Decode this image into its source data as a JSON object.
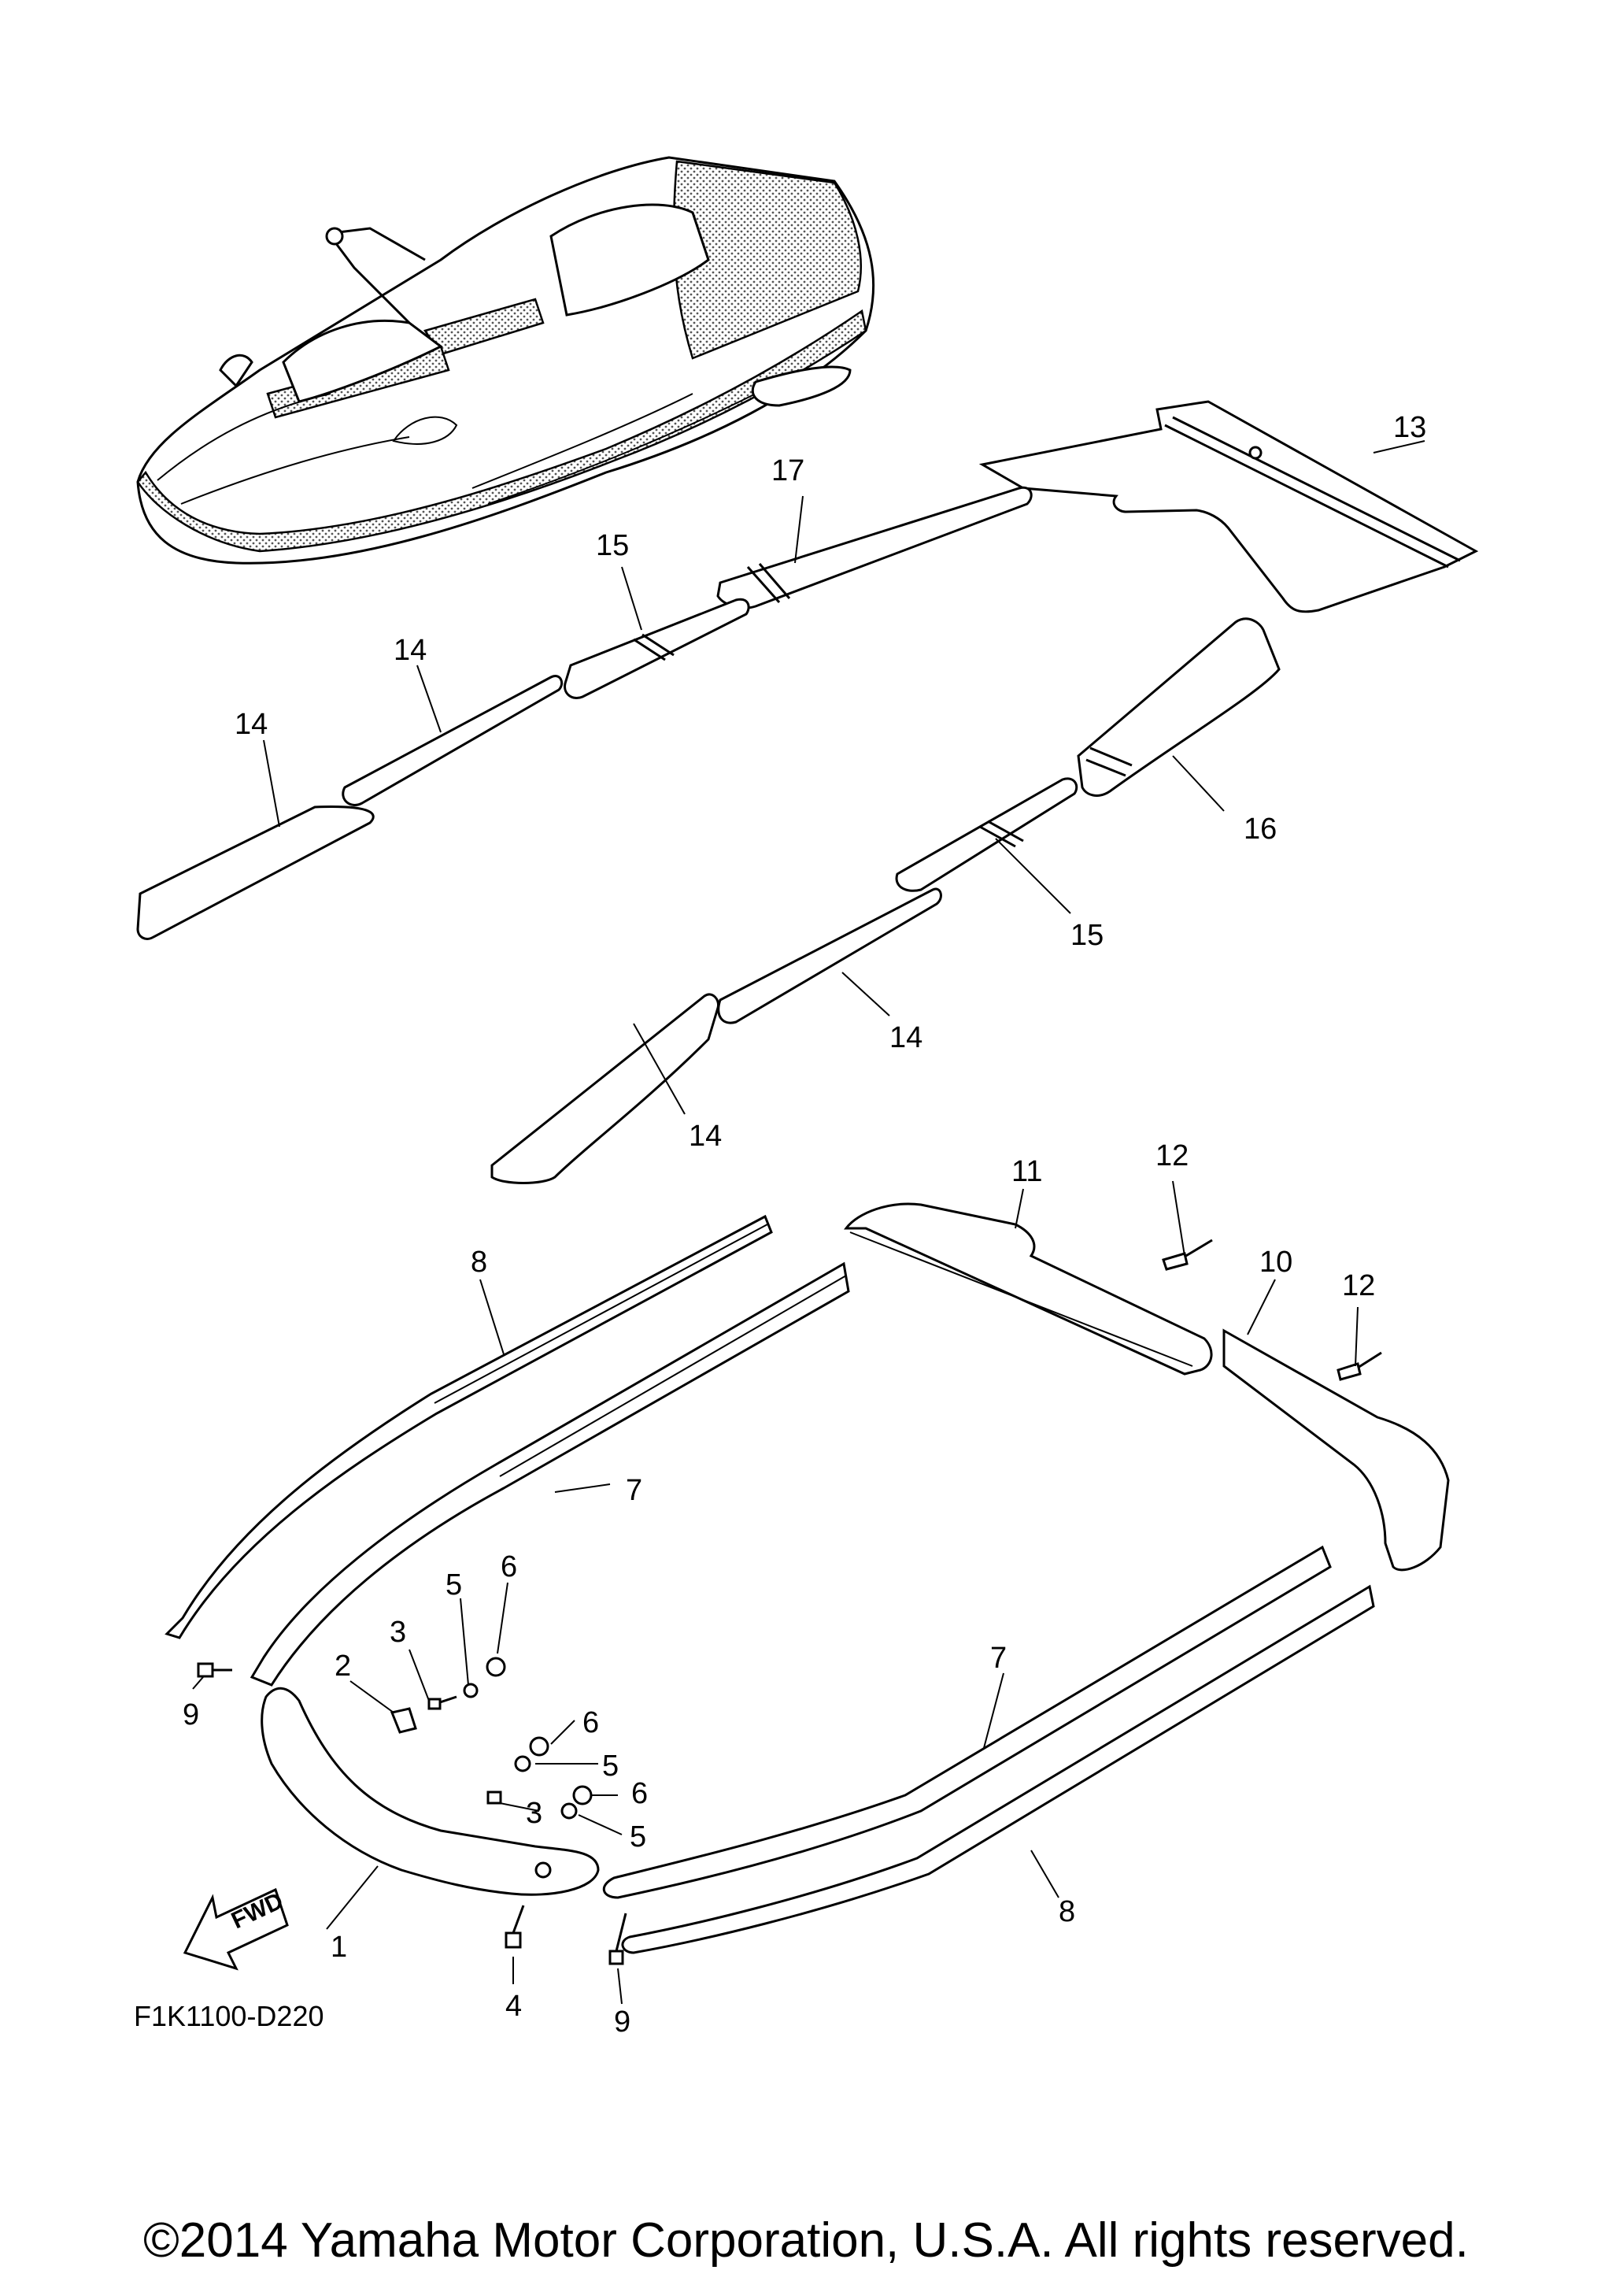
{
  "diagram": {
    "code": "F1K1100-D220",
    "fwd_label": "FWD",
    "copyright": "©2014 Yamaha Motor Corporation, U.S.A. All rights reserved.",
    "callouts": {
      "c13": "13",
      "c17": "17",
      "c15a": "15",
      "c14a": "14",
      "c14b": "14",
      "c16": "16",
      "c15b": "15",
      "c14c": "14",
      "c14d": "14",
      "c11": "11",
      "c12a": "12",
      "c10": "10",
      "c12b": "12",
      "c8a": "8",
      "c7a": "7",
      "c5a": "5",
      "c6a": "6",
      "c3a": "3",
      "c2": "2",
      "c9a": "9",
      "c6b": "6",
      "c5b": "5",
      "c3b": "3",
      "c6c": "6",
      "c5c": "5",
      "c7b": "7",
      "c8b": "8",
      "c1": "1",
      "c4": "4",
      "c9b": "9"
    }
  }
}
